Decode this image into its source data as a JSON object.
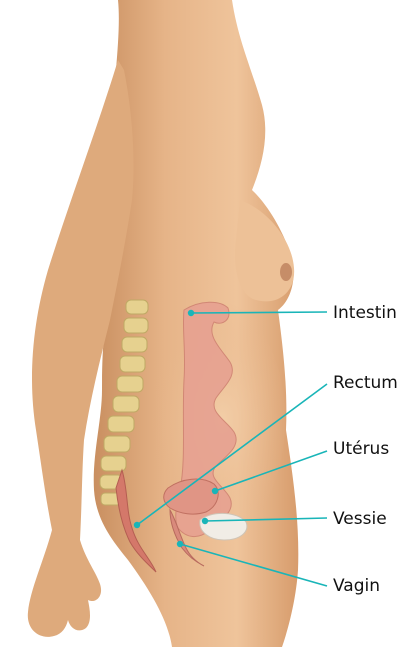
{
  "labels": {
    "intestin": "Intestin",
    "rectum": "Rectum",
    "uterus": "Utérus",
    "vessie": "Vessie",
    "vagin": "Vagin"
  },
  "colors": {
    "background": "#ffffff",
    "skin": "#e8b88c",
    "skin_shadow": "#c98f60",
    "spine": "#e3cf8a",
    "organ": "#e29a88",
    "bladder": "#f3efe8",
    "leader_line": "#19b5b8",
    "text": "#111111"
  }
}
